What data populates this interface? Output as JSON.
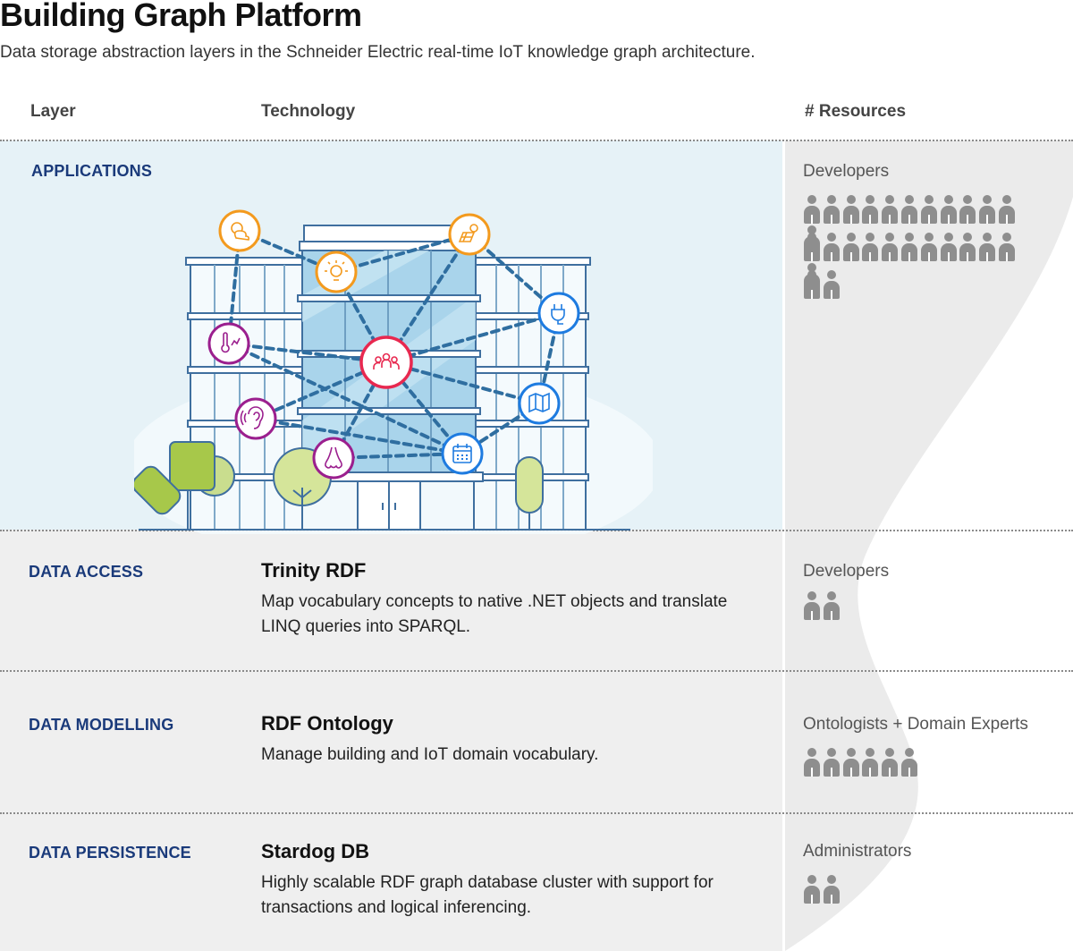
{
  "header": {
    "title": "Building Graph Platform",
    "subtitle": "Data storage abstraction layers in the Schneider Electric real-time IoT knowledge graph architecture."
  },
  "columns": {
    "layer": "Layer",
    "technology": "Technology",
    "resources": "# Resources"
  },
  "layers": [
    {
      "label": "APPLICATIONS",
      "tech_name": "",
      "tech_desc": "",
      "resource_label": "Developers",
      "people_count": 26
    },
    {
      "label": "DATA ACCESS",
      "tech_name": "Trinity RDF",
      "tech_desc": "Map vocabulary concepts to native .NET objects and translate LINQ queries into SPARQL.",
      "resource_label": "Developers",
      "people_count": 2
    },
    {
      "label": "DATA MODELLING",
      "tech_name": "RDF Ontology",
      "tech_desc": "Manage building and IoT domain vocabulary.",
      "resource_label": "Ontologists + Domain Experts",
      "people_count": 6
    },
    {
      "label": "DATA PERSISTENCE",
      "tech_name": "Stardog DB",
      "tech_desc": "Highly scalable RDF graph database cluster with support for transactions and logical inferencing.",
      "resource_label": "Administrators",
      "people_count": 2
    }
  ],
  "icons": [
    {
      "name": "weather-icon",
      "color": "#f39a1e"
    },
    {
      "name": "solar-panel-icon",
      "color": "#f39a1e"
    },
    {
      "name": "light-bulb-icon",
      "color": "#f39a1e"
    },
    {
      "name": "power-plug-icon",
      "color": "#1e7be0"
    },
    {
      "name": "thermometer-icon",
      "color": "#9b1f8e"
    },
    {
      "name": "people-group-icon",
      "color": "#e8284f"
    },
    {
      "name": "floor-map-icon",
      "color": "#1e7be0"
    },
    {
      "name": "ear-icon",
      "color": "#9b1f8e"
    },
    {
      "name": "nose-icon",
      "color": "#9b1f8e"
    },
    {
      "name": "calendar-icon",
      "color": "#1e7be0"
    }
  ],
  "colors": {
    "layer_label": "#1a3a7a",
    "applications_band": "#e6f2f7",
    "band": "#efefef",
    "graph_link": "#2f6ea0",
    "person": "#8e8e8e"
  }
}
